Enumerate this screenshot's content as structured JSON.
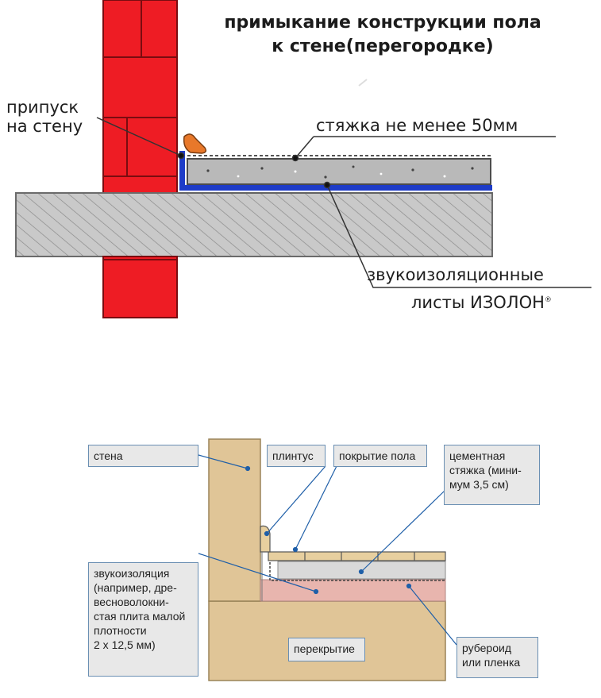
{
  "diagram1": {
    "title_line1": "примыкание конструкции пола",
    "title_line2": "к стене(перегородке)",
    "label_allowance_line1": "припуск",
    "label_allowance_line2": "на стену",
    "label_screed": "стяжка не менее 50мм",
    "label_sheets_line1": "звукоизоляционные",
    "label_sheets_line2": "листы ИЗОЛОН",
    "registered_mark": "®",
    "colors": {
      "brick": "#ee1c24",
      "slab": "#c8c8c8",
      "insulation": "#1e3cc8",
      "edge_strip": "#e8782a"
    }
  },
  "diagram2": {
    "label_wall": "стена",
    "label_baseboard": "плинтус",
    "label_floor_covering": "покрытие пола",
    "label_cement_screed_line1": "цементная",
    "label_cement_screed_line2": "стяжка (мини-",
    "label_cement_screed_line3": "мум 3,5 см)",
    "label_soundproofing_line1": "звукоизоляция",
    "label_soundproofing_line2": "(например, дре-",
    "label_soundproofing_line3": "весноволокни-",
    "label_soundproofing_line4": "стая плита малой",
    "label_soundproofing_line5": "плотности",
    "label_soundproofing_line6": "2 х 12,5 мм)",
    "label_ceiling": "перекрытие",
    "label_roofing_line1": "рубероид",
    "label_roofing_line2": "или пленка",
    "colors": {
      "wood": "#e0c597",
      "screed": "#d9d9d9",
      "insulation": "#e8b5ae",
      "leader": "#1f5fa8"
    }
  }
}
